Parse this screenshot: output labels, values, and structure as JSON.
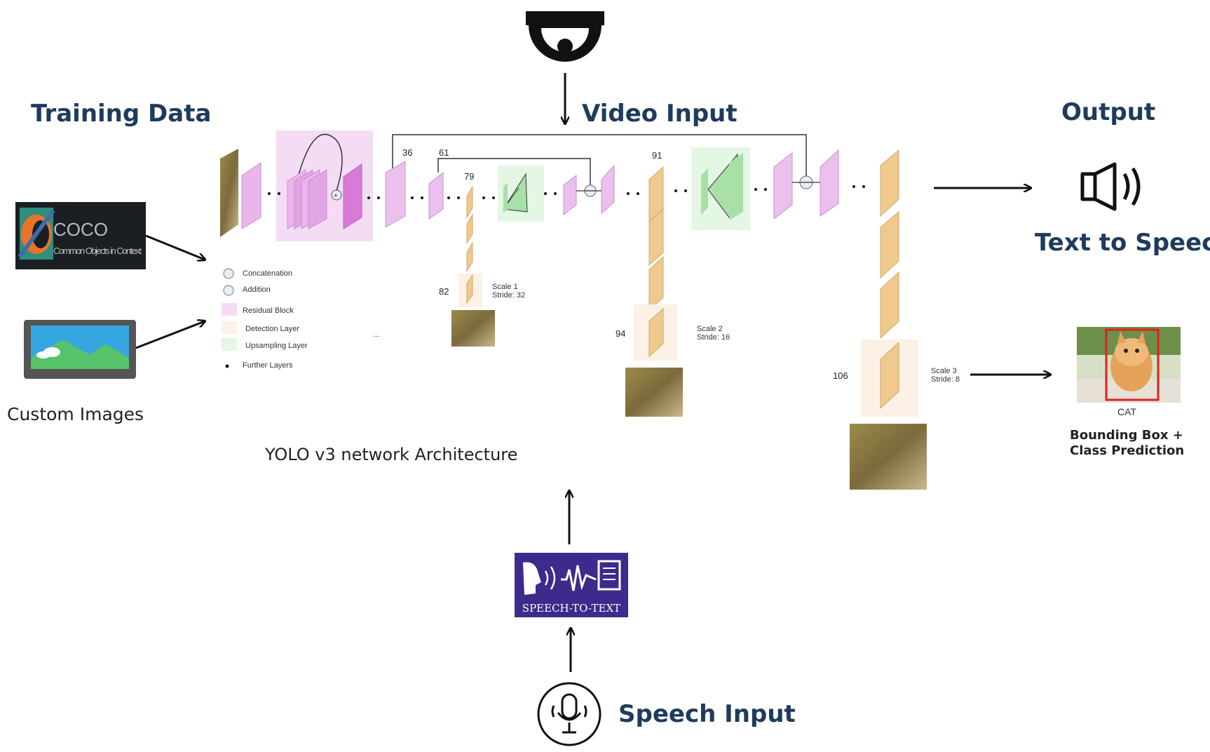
{
  "headings": {
    "training_data": "Training Data",
    "video_input": "Video Input",
    "output": "Output",
    "text_to_speech": "Text to Speech",
    "speech_input": "Speech Input"
  },
  "labels": {
    "custom_images": "Custom Images",
    "yolo_caption": "YOLO v3 network Architecture",
    "coco_title": "COCO",
    "coco_subtitle": "Common Objects in Context",
    "speech_to_text": "SPEECH-TO-TEXT",
    "cat_label": "CAT",
    "bbox_line1": "Bounding Box +",
    "bbox_line2": "Class Prediction"
  },
  "legend": [
    {
      "label": "Concatenation",
      "symbol": "concat"
    },
    {
      "label": "Addition",
      "symbol": "add"
    },
    {
      "label": "Residual Block",
      "color": "#f3d4f3"
    },
    {
      "label": "Detection Layer",
      "color": "#fbf1e4"
    },
    {
      "label": "Upsampling Layer",
      "color": "#dcf5dc"
    },
    {
      "label": "Further Layers",
      "symbol": "dot"
    }
  ],
  "layer_numbers": {
    "n36": "36",
    "n61": "61",
    "n79": "79",
    "n91": "91",
    "n82": "82",
    "n94": "94",
    "n106": "106"
  },
  "scales": {
    "s1a": "Scale 1",
    "s1b": "Stride: 32",
    "s2a": "Scale 2",
    "s2b": "Stride: 16",
    "s3a": "Scale 3",
    "s3b": "Stride: 8"
  },
  "ellipsis_text": "...",
  "colors": {
    "heading": "#1f3b5c",
    "residual": "#e9b5ea",
    "detection": "#f0c98f",
    "upsampling": "#a8e0a8",
    "speech_box": "#3d2a8c",
    "bbox": "#e02020"
  },
  "icons": [
    "camera-icon",
    "speaker-icon",
    "microphone-icon",
    "speech-to-text-icon",
    "picture-icon"
  ]
}
